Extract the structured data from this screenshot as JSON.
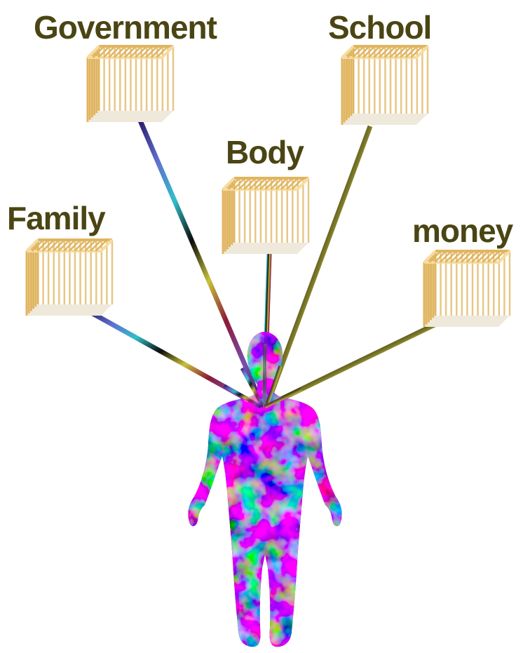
{
  "labels": {
    "government": "Government",
    "school": "School",
    "body": "Body",
    "family": "Family",
    "money": "money"
  },
  "colors": {
    "label_text": "#4a4513",
    "cage_bar": "#e0b560",
    "cage_bar_highlight": "#f6dca0",
    "cage_floor": "#efe9dc",
    "line_palette": [
      "#2b1e6b",
      "#5f6fd0",
      "#31c0c8",
      "#c7c23a",
      "#8b1a36",
      "#0d0d0d",
      "#7a4fb0"
    ]
  },
  "icons": {
    "cage": "cage-icon",
    "figure": "human-figure-silhouette"
  }
}
